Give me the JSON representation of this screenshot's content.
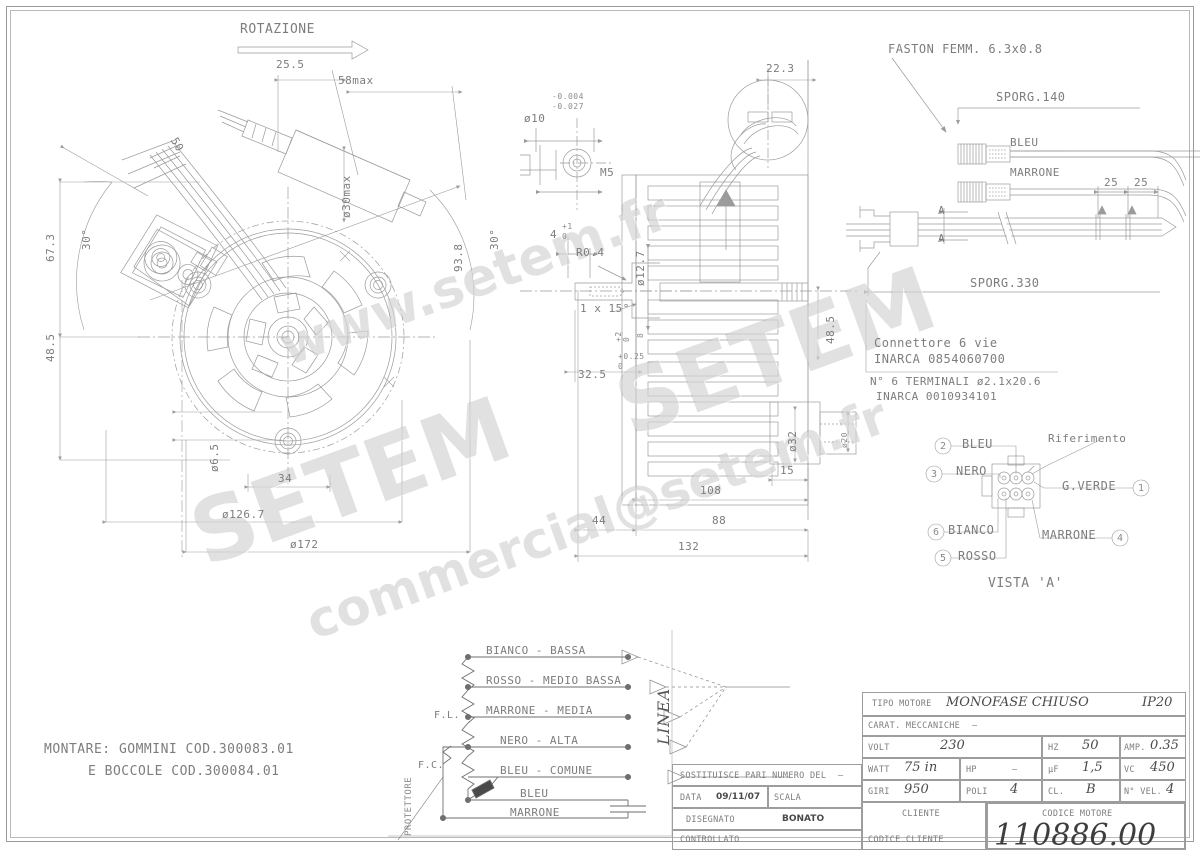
{
  "sheet": {
    "bg": "#ffffff",
    "line_color": "#9b9b9b",
    "text_color": "#7a7a7a"
  },
  "watermarks": [
    {
      "text": "www.setem.fr",
      "name": "watermark-url"
    },
    {
      "text": "SETEM",
      "name": "watermark-brand-left"
    },
    {
      "text": "SETEM",
      "name": "watermark-brand-right"
    },
    {
      "text": "commercial@setem.fr",
      "name": "watermark-email"
    }
  ],
  "front_view": {
    "rotation_label": "ROTAZIONE",
    "dims": {
      "d_25_5": "25.5",
      "d_58max": "58max",
      "d_30max": "ø30max",
      "d_50": "50",
      "d_67_3": "67.3",
      "d_48_5": "48.5",
      "d_30deg_left": "30°",
      "d_30deg_right": "30°",
      "d_93_8": "93.8",
      "d_6_5": "ø6.5",
      "d_34": "34",
      "d_126_7": "ø126.7",
      "d_172": "ø172"
    }
  },
  "detail_view": {
    "dims": {
      "d_10": "ø10",
      "tol_upper": "-0.004",
      "tol_lower": "-0.027",
      "thread": "M5",
      "d_4": "4",
      "tol_4_up": "+1",
      "tol_4_lo": "0",
      "radius": "R0.4",
      "d_12_7": "ø12.7",
      "chamfer": "1 x 15°",
      "d_32_5": "32.5",
      "tol_325_up": "+0.25",
      "tol_325_lo": "0",
      "tol_2_up": "+2",
      "tol_2_lo": "0",
      "d_8": "8"
    }
  },
  "section_view": {
    "dims": {
      "d_22_3": "22.3",
      "d_48_5": "48.5",
      "d_32": "ø32",
      "d_20": "ø20",
      "d_15": "15",
      "d_108": "108",
      "d_44": "44",
      "d_88": "88",
      "d_132": "132"
    }
  },
  "cable_view": {
    "faston_note": "FASTON FEMM. 6.3x0.8",
    "sporg_140": "SPORG.140",
    "sporg_330": "SPORG.330",
    "wire_bleu": "BLEU",
    "wire_marrone": "MARRONE",
    "d_25_a": "25",
    "d_25_b": "25",
    "section_mark_a1": "A",
    "section_mark_a2": "A"
  },
  "connector_notes": {
    "line1": "Connettore 6 vie",
    "line2": "INARCA 0854060700",
    "line3": "N° 6 TERMINALI ø2.1x20.6",
    "line4": "INARCA 0010934101"
  },
  "vista_a": {
    "title": "VISTA 'A'",
    "reference_label": "Riferimento",
    "terminals": [
      {
        "num": "1",
        "label": "G.VERDE"
      },
      {
        "num": "2",
        "label": "BLEU"
      },
      {
        "num": "3",
        "label": "NERO"
      },
      {
        "num": "4",
        "label": "MARRONE"
      },
      {
        "num": "5",
        "label": "ROSSO"
      },
      {
        "num": "6",
        "label": "BIANCO"
      }
    ]
  },
  "montare_note": {
    "line1": "MONTARE: GOMMINI COD.300083.01",
    "line2": "E BOCCOLE COD.300084.01"
  },
  "schematic": {
    "linea_label": "LINEA",
    "protettore_label": "PROTETTORE",
    "fl_label": "F.L.",
    "fc_label": "F.C.",
    "taps": [
      "BIANCO - BASSA",
      "ROSSO - MEDIO BASSA",
      "MARRONE - MEDIA",
      "NERO - ALTA",
      "BLEU - COMUNE"
    ],
    "cap_wires": [
      "BLEU",
      "MARRONE"
    ]
  },
  "title_block": {
    "tipo_motore_key": "TIPO MOTORE",
    "tipo_motore_val": "MONOFASE CHIUSO",
    "ip_val": "IP20",
    "carat_key": "CARAT. MECCANICHE",
    "carat_val": "–",
    "volt_key": "VOLT",
    "volt_val": "230",
    "hz_key": "HZ",
    "hz_val": "50",
    "amp_key": "AMP.",
    "amp_val": "0.35",
    "watt_key": "WATT",
    "watt_val": "75 in",
    "hp_key": "HP",
    "hp_val": "–",
    "uf_key": "µF",
    "uf_val": "1,5",
    "vc_key": "VC",
    "vc_val": "450",
    "giri_key": "GIRI",
    "giri_val": "950",
    "poli_key": "POLI",
    "poli_val": "4",
    "cl_key": "CL.",
    "cl_val": "B",
    "nvel_key": "N° VEL.",
    "nvel_val": "4",
    "sostituisce_key": "SOSTITUISCE PARI NUMERO DEL",
    "sostituisce_val": "–",
    "data_key": "DATA",
    "data_val": "09/11/07",
    "scala_key": "SCALA",
    "scala_val": "",
    "disegnato_key": "DISEGNATO",
    "disegnato_val": "BONATO",
    "controllato_key": "CONTROLLATO",
    "controllato_val": "",
    "cliente_key": "CLIENTE",
    "codice_cliente_key": "CODICE CLIENTE",
    "codice_motore_key": "CODICE MOTORE",
    "codice_motore_val": "110886.00"
  }
}
